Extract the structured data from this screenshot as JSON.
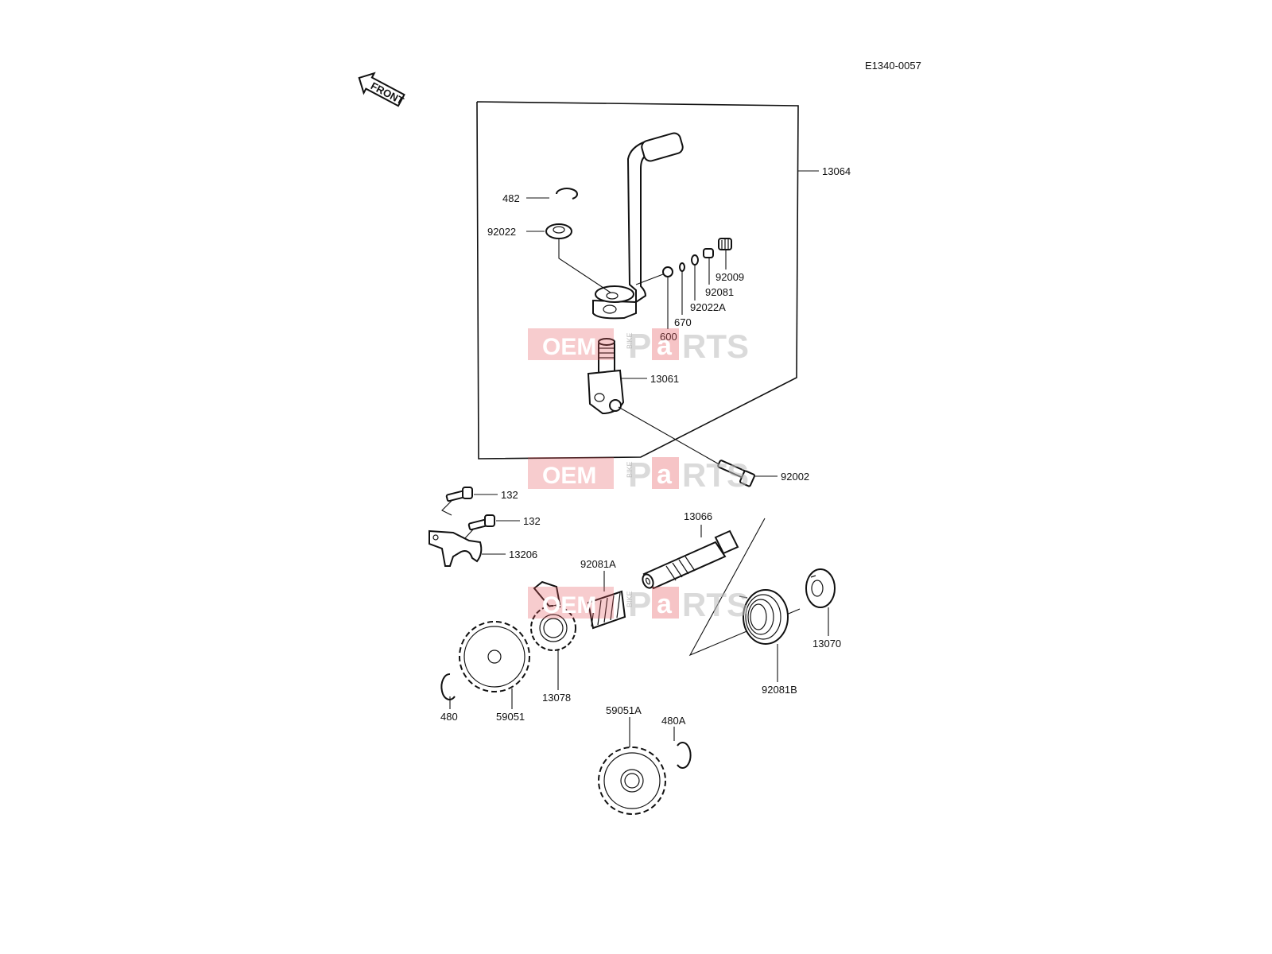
{
  "diagram_code": "E1340-0057",
  "front_arrow_label": "FRONT",
  "watermark": {
    "oem": "OEM",
    "bike": "BIKE",
    "p": "P",
    "a": "a",
    "rts": "RTS"
  },
  "labels": {
    "p13064": "13064",
    "p482": "482",
    "p92022": "92022",
    "p92009": "92009",
    "p92081": "92081",
    "p92022A": "92022A",
    "p670": "670",
    "p600": "600",
    "p13061": "13061",
    "p92002": "92002",
    "p132a": "132",
    "p132b": "132",
    "p13206": "13206",
    "p13066": "13066",
    "p92081A": "92081A",
    "p13070": "13070",
    "p92081B": "92081B",
    "p13078": "13078",
    "p59051": "59051",
    "p480": "480",
    "p59051A": "59051A",
    "p480A": "480A"
  }
}
